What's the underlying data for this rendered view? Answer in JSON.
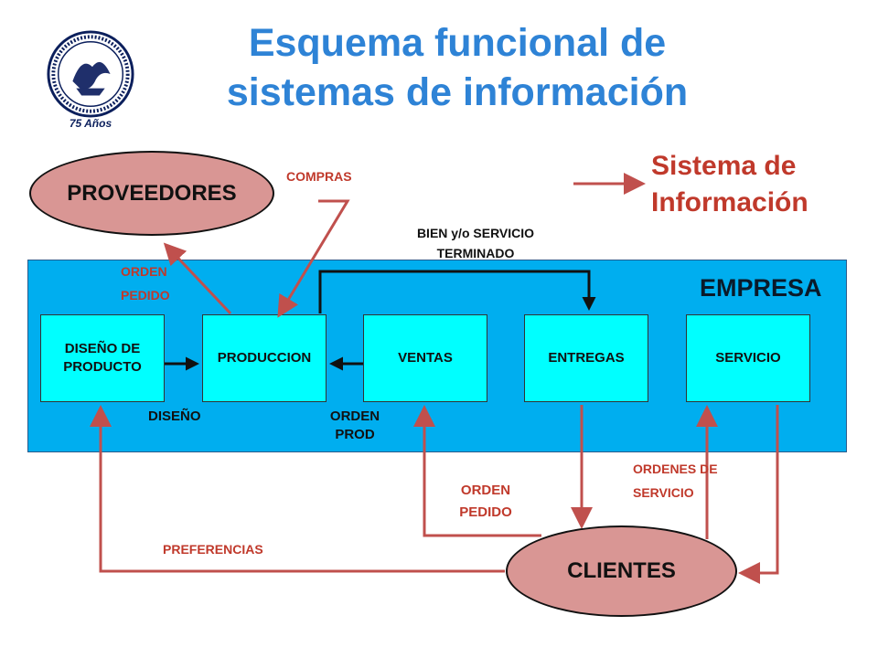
{
  "header": {
    "title_line1": "Esquema funcional de",
    "title_line2": "sistemas de información",
    "logo_years": "75 Años"
  },
  "legend": {
    "label_line1": "Sistema de",
    "label_line2": "Información"
  },
  "empresa": {
    "label": "EMPRESA",
    "departments": [
      {
        "line1": "DISEÑO DE",
        "line2": "PRODUCTO"
      },
      {
        "line1": "PRODUCCION",
        "line2": ""
      },
      {
        "line1": "VENTAS",
        "line2": ""
      },
      {
        "line1": "ENTREGAS",
        "line2": ""
      },
      {
        "line1": "SERVICIO",
        "line2": ""
      }
    ]
  },
  "entities": {
    "proveedores": "PROVEEDORES",
    "clientes": "CLIENTES"
  },
  "flows": {
    "compras": "COMPRAS",
    "orden_pedido_prov_1": "ORDEN",
    "orden_pedido_prov_2": "PEDIDO",
    "bien_servicio_1": "BIEN y/o SERVICIO",
    "bien_servicio_2": "TERMINADO",
    "diseno": "DISEÑO",
    "orden_prod_1": "ORDEN",
    "orden_prod_2": "PROD",
    "orden_pedido_cli_1": "ORDEN",
    "orden_pedido_cli_2": "PEDIDO",
    "ordenes_servicio_1": "ORDENES DE",
    "ordenes_servicio_2": "SERVICIO",
    "preferencias": "PREFERENCIAS"
  },
  "colors": {
    "title": "#2E83D6",
    "empresa_panel": "#00AEEF",
    "department_box": "#00FFFF",
    "entity_ellipse": "#D99694",
    "info_flow_arrow": "#C0504D",
    "flow_label": "#C0392B"
  }
}
